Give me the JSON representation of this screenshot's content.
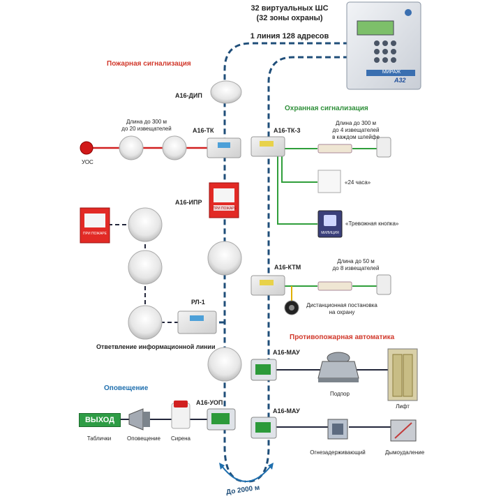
{
  "top": {
    "line1": "32 виртуальных ШС",
    "line2": "(32 зоны охраны)",
    "line3": "1 линия 128 адресов"
  },
  "panel": {
    "model": "А32",
    "brand": "МИРАЖ"
  },
  "sections": {
    "fire": "Пожарная сигнализация",
    "security": "Охранная сигнализация",
    "fire_automation": "Противопожарная автоматика",
    "notification": "Оповещение"
  },
  "devices": {
    "dip": "А16-ДИП",
    "tk": "А16-ТК",
    "ipr": "А16-ИПР",
    "rl1": "РЛ-1",
    "tk3": "А16-ТК-3",
    "ktm": "А16-КТМ",
    "mau1": "А16-МАУ",
    "mau2": "А16-МАУ",
    "uop": "А16-УОП"
  },
  "notes": {
    "fire_branch_l1": "Длина до 300 м",
    "fire_branch_l2": "до 20 извещателей",
    "sec_branch_l1": "Длина до 300 м",
    "sec_branch_l2": "до 4 извещателей",
    "sec_branch_l3": "в каждом шлейфе",
    "ktm_l1": "Длина до 50 м",
    "ktm_l2": "до 8 извещателей",
    "info_branch": "Ответвление информационной линии",
    "bus_length": "До 2000 м"
  },
  "items": {
    "uos": "УОС",
    "h24": "«24 часа»",
    "alarm_button": "«Тревожная кнопка»",
    "remote_arm_l1": "Дистанционная постановка",
    "remote_arm_l2": "на охрану",
    "podpor": "Подпор",
    "lift": "Лифт",
    "fire_damper": "Огнезадерживающий",
    "smoke": "Дымоудаление",
    "signs": "Таблички",
    "announce": "Оповещение",
    "siren": "Сирена",
    "exit_sign": "ВЫХОД",
    "mcp_text": "ПРИ ПОЖАРЕ",
    "police_text": "МИЛИЦИЯ"
  },
  "colors": {
    "bus": "#1f4e79",
    "fire_loop": "#d12020",
    "security_loop": "#2f9e3a",
    "yellow_loop": "#e0b000",
    "dark_line": "#22263a",
    "fire_header": "#d1382b",
    "security_header": "#2f8f3a",
    "notification_header": "#1f6fae"
  }
}
